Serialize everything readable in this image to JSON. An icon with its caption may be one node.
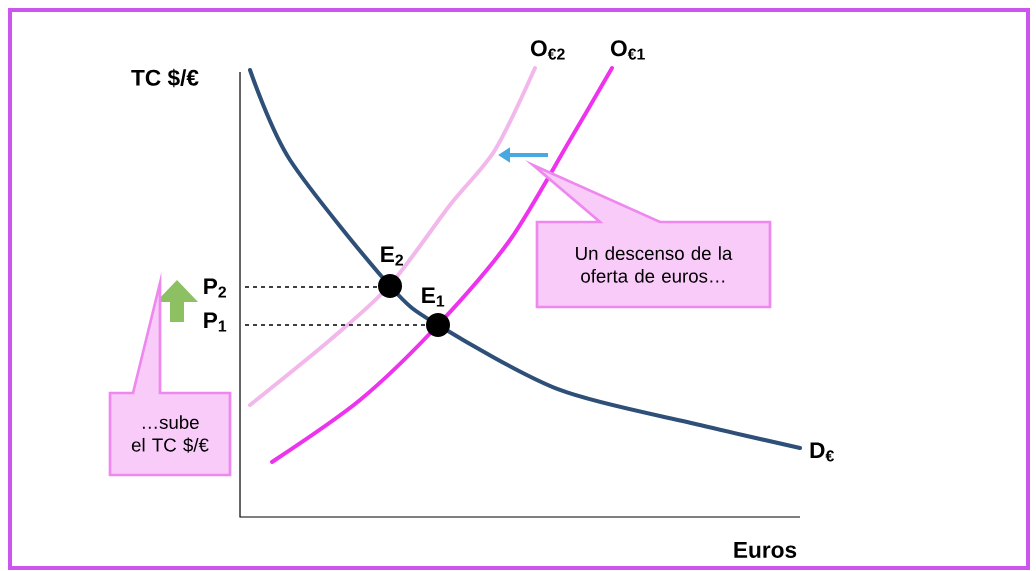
{
  "diagram": {
    "nodes": [
      {
        "text": [
          "Un descenso de la oferta de euros…"
        ]
      },
      {
        "text": [
          "…sube el TC $/€"
        ]
      }
    ],
    "edges": [],
    "labels": [
      "TC $/€",
      "O$_{€2}$",
      "O$_{€1}$",
      "E$_{2}$",
      "P$_{2}$",
      "E$_{1}$",
      "P$_{1}$",
      "D$_{€}$",
      "Euros"
    ]
  }
}
